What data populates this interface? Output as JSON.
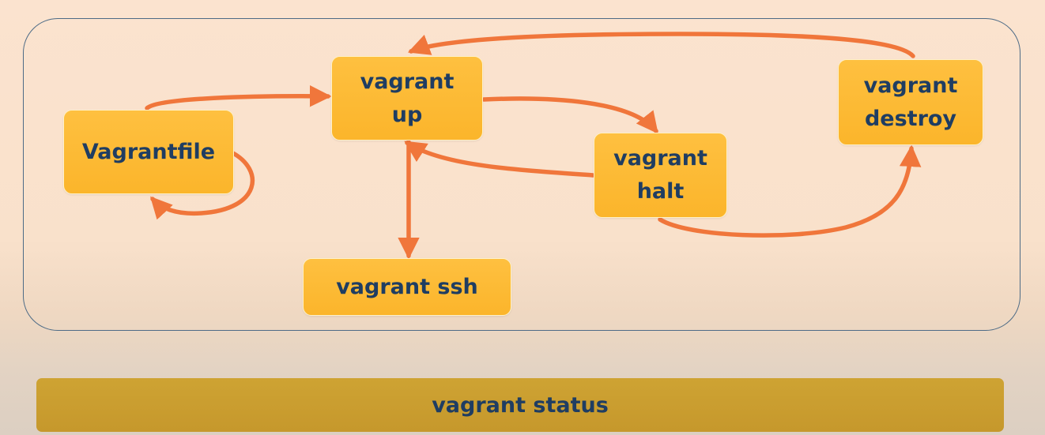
{
  "diagram": {
    "nodes": {
      "vagrantfile": "Vagrantfile",
      "up": "vagrant\nup",
      "halt": "vagrant\nhalt",
      "destroy": "vagrant\ndestroy",
      "ssh": "vagrant ssh"
    },
    "status_bar": "vagrant status",
    "edges": [
      {
        "from": "Vagrantfile",
        "to": "vagrant up"
      },
      {
        "from": "Vagrantfile",
        "to": "Vagrantfile"
      },
      {
        "from": "vagrant up",
        "to": "vagrant halt"
      },
      {
        "from": "vagrant halt",
        "to": "vagrant up"
      },
      {
        "from": "vagrant up",
        "to": "vagrant ssh"
      },
      {
        "from": "vagrant halt",
        "to": "vagrant destroy"
      },
      {
        "from": "vagrant destroy",
        "to": "vagrant up"
      }
    ]
  },
  "colors": {
    "node_fill": "#fbb52b",
    "node_text": "#1f3d62",
    "arrow": "#f0763b",
    "status_bar": "#c99d2f",
    "panel_border": "#4d6b86"
  }
}
